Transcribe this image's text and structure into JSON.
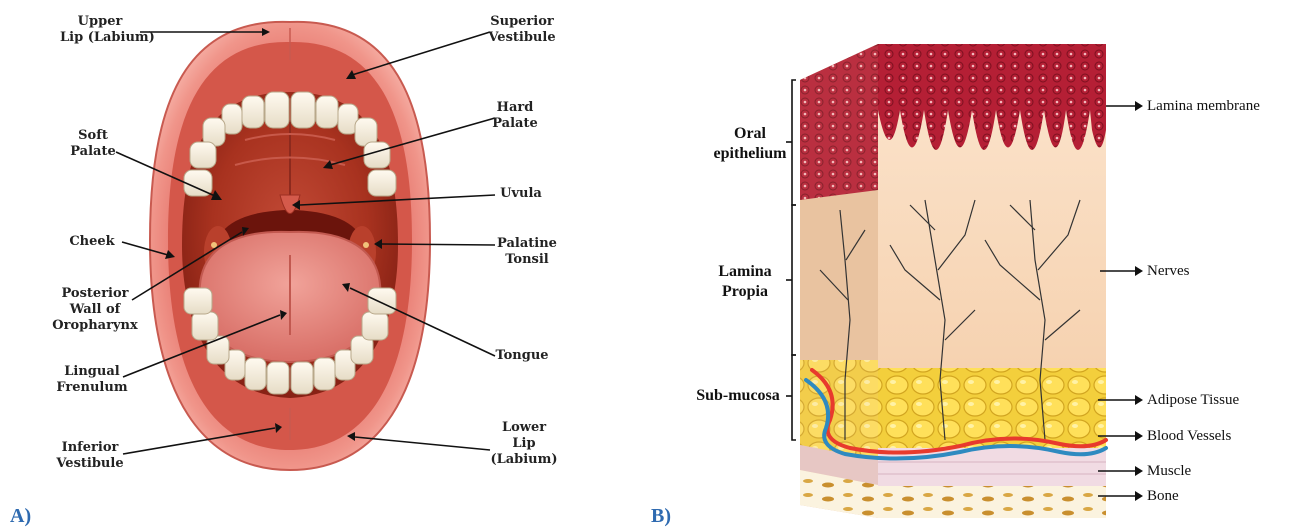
{
  "panel_a": {
    "tag": "A)",
    "labels": {
      "upper_lip": [
        "Upper",
        "Lip (Labium)"
      ],
      "superior_vestibule": [
        "Superior",
        "Vestibule"
      ],
      "hard_palate": [
        "Hard",
        "Palate"
      ],
      "soft_palate": [
        "Soft",
        "Palate"
      ],
      "uvula": [
        "Uvula"
      ],
      "cheek": [
        "Cheek"
      ],
      "palatine_tonsil": [
        "Palatine",
        "Tonsil"
      ],
      "posterior_wall": [
        "Posterior",
        "Wall of",
        "Oropharynx"
      ],
      "tongue": [
        "Tongue"
      ],
      "lingual_frenulum": [
        "Lingual",
        "Frenulum"
      ],
      "inferior_vestibule": [
        "Inferior",
        "Vestibule"
      ],
      "lower_lip": [
        "Lower",
        "Lip",
        "(Labium)"
      ]
    }
  },
  "panel_b": {
    "tag": "B)",
    "layers": {
      "oral_epithelium": [
        "Oral",
        "epithelium"
      ],
      "lamina_propia": [
        "Lamina",
        "Propia"
      ],
      "sub_mucosa": [
        "Sub-mucosa"
      ]
    },
    "right_labels": {
      "lamina_membrane": "Lamina membrane",
      "nerves": "Nerves",
      "adipose_tissue": "Adipose Tissue",
      "blood_vessels": "Blood Vessels",
      "muscle": "Muscle",
      "bone": "Bone"
    }
  }
}
